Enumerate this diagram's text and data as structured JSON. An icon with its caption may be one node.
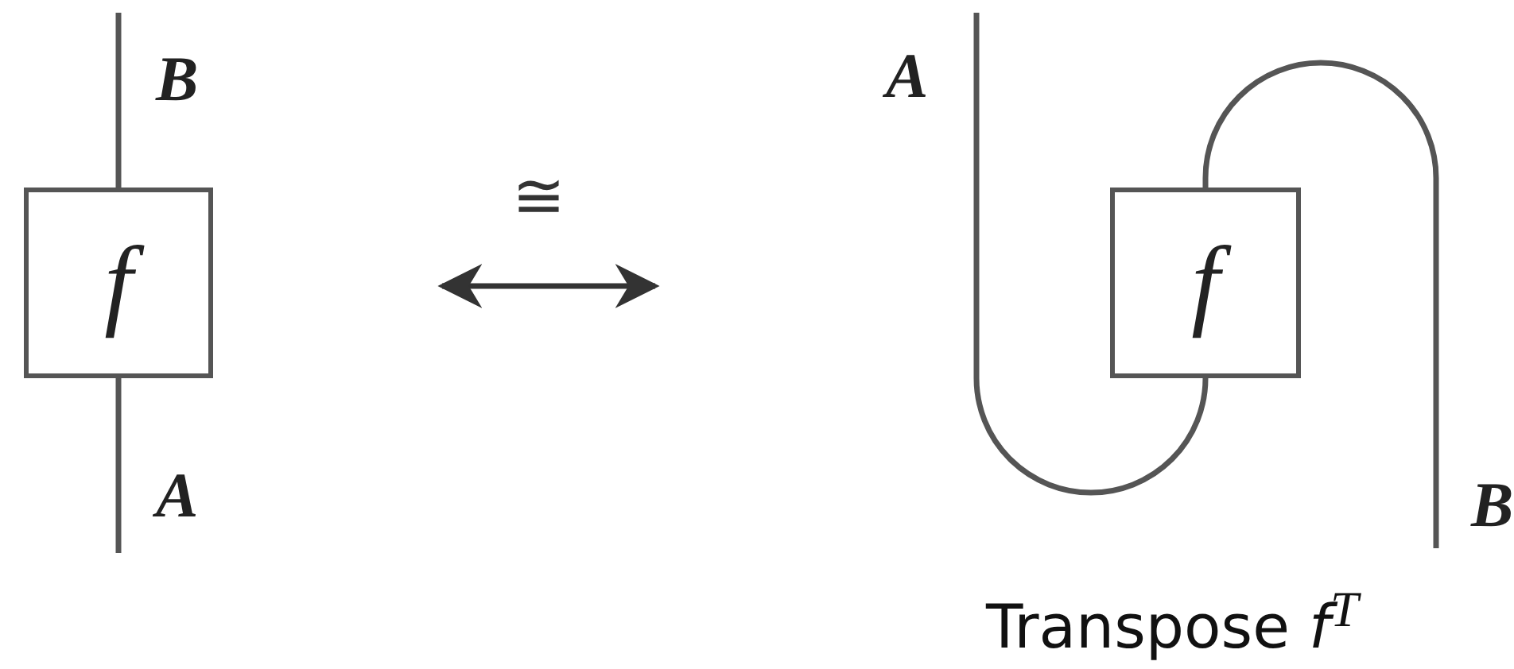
{
  "diagram": {
    "caption": "Transpose *f*$^{T}$",
    "nodes": [
      {
        "text": [
          "f"
        ]
      },
      {
        "text": [
          "f"
        ]
      }
    ],
    "edges": [
      {
        "from": null,
        "to": 0,
        "arrow": "none"
      },
      {
        "from": 0,
        "to": null,
        "arrow": "none"
      },
      {
        "from": null,
        "to": 1,
        "arrow": "none"
      },
      {
        "from": 1,
        "to": null,
        "arrow": "none"
      }
    ],
    "labels": [
      "B",
      "A",
      "≅",
      "A",
      "B"
    ]
  }
}
